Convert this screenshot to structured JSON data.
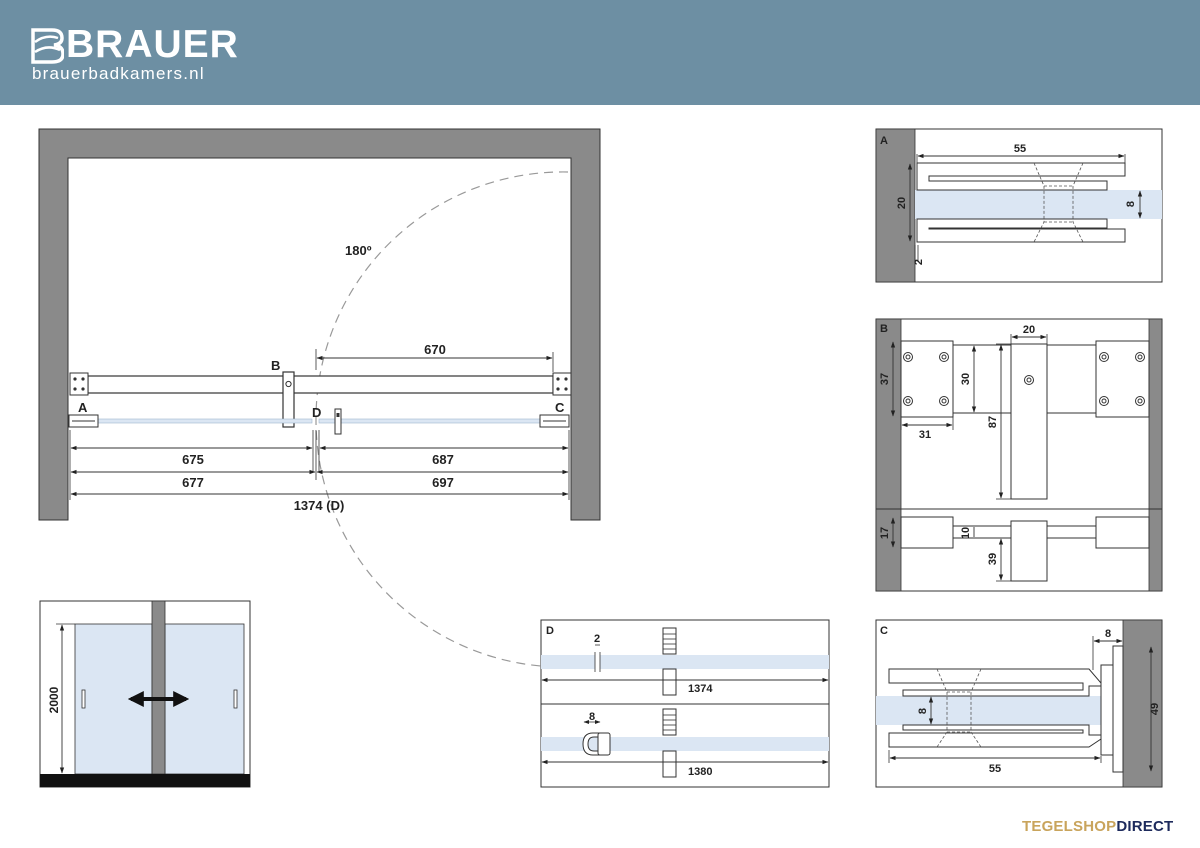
{
  "brand": {
    "name": "BRAUER",
    "url": "brauerbadkamers.nl"
  },
  "footer": {
    "logo_part1": "TEGELSHOP",
    "logo_part2": "DIRECT"
  },
  "colors": {
    "header": "#6d8fa3",
    "wall": "#8a8a8a",
    "glass": "#dbe6f3",
    "line": "#222222",
    "footer_gold": "#c9a45c",
    "footer_navy": "#1d2a5c"
  },
  "plan": {
    "angle": "180º",
    "label_a": "A",
    "label_b": "B",
    "label_c": "C",
    "label_d": "D",
    "dim_670": "670",
    "dim_675": "675",
    "dim_687": "687",
    "dim_677": "677",
    "dim_697": "697",
    "dim_total": "1374 (D)"
  },
  "elevation": {
    "height": "2000"
  },
  "detail_a": {
    "label": "A",
    "dim_55": "55",
    "dim_20": "20",
    "dim_8": "8",
    "dim_2": "2"
  },
  "detail_b": {
    "label": "B",
    "dim_20": "20",
    "dim_37": "37",
    "dim_30": "30",
    "dim_87": "87",
    "dim_31": "31",
    "dim_17": "17",
    "dim_10": "10",
    "dim_39": "39"
  },
  "detail_c": {
    "label": "C",
    "dim_8_top": "8",
    "dim_8_glass": "8",
    "dim_49": "49",
    "dim_55": "55"
  },
  "detail_d": {
    "label": "D",
    "gap": "2",
    "width_1": "1374",
    "seal": "8",
    "width_2": "1380"
  }
}
